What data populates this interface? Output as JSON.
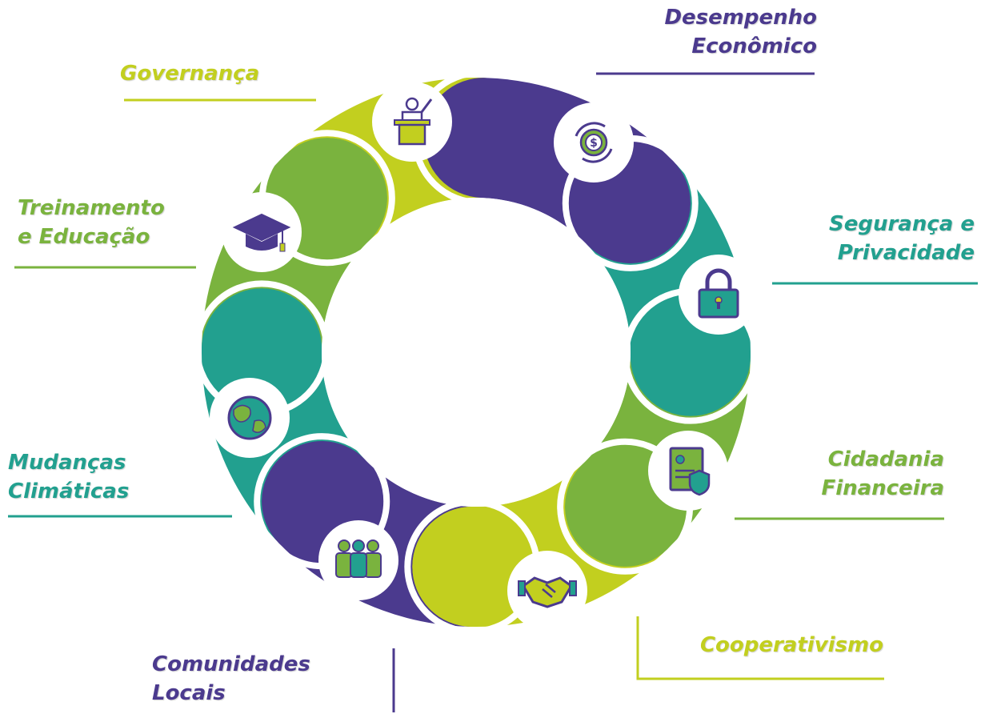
{
  "colors": {
    "purple": "#4b3a8e",
    "teal": "#22a08f",
    "green": "#7ab33e",
    "lime": "#c2cf1f"
  },
  "segments": [
    {
      "id": "desempenho",
      "lines": [
        "Desempenho",
        "Econômico"
      ],
      "color": "#4b3a8e",
      "icon": "dollar-cycle-icon"
    },
    {
      "id": "seguranca",
      "lines": [
        "Segurança e",
        "Privacidade"
      ],
      "color": "#22a08f",
      "icon": "padlock-icon"
    },
    {
      "id": "cidadania",
      "lines": [
        "Cidadania",
        "Financeira"
      ],
      "color": "#7ab33e",
      "icon": "id-card-shield-icon"
    },
    {
      "id": "cooperativismo",
      "lines": [
        "Cooperativismo"
      ],
      "color": "#c2cf1f",
      "icon": "handshake-icon"
    },
    {
      "id": "comunidades",
      "lines": [
        "Comunidades",
        "Locais"
      ],
      "color": "#4b3a8e",
      "icon": "people-group-icon"
    },
    {
      "id": "mudancas",
      "lines": [
        "Mudanças",
        "Climáticas"
      ],
      "color": "#22a08f",
      "icon": "globe-icon"
    },
    {
      "id": "treinamento",
      "lines": [
        "Treinamento",
        "e Educação"
      ],
      "color": "#7ab33e",
      "icon": "graduation-cap-icon"
    },
    {
      "id": "governanca",
      "lines": [
        "Governança"
      ],
      "color": "#c2cf1f",
      "icon": "speaker-podium-icon"
    }
  ]
}
